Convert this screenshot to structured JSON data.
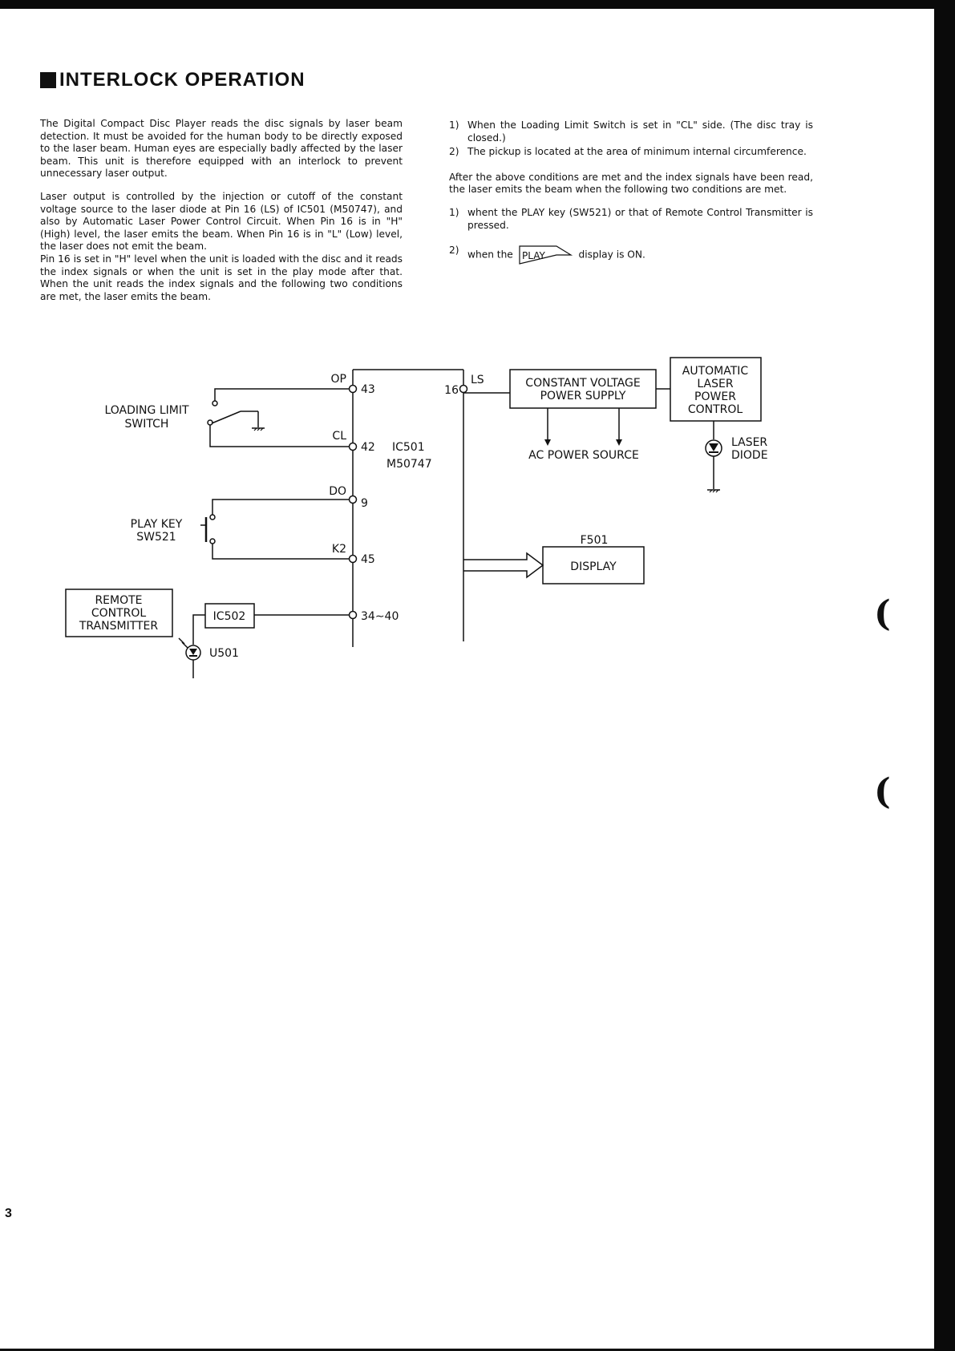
{
  "heading": {
    "title": "INTERLOCK OPERATION"
  },
  "left_column": {
    "p1": "The Digital Compact Disc Player reads the disc signals by laser beam detection. It must be avoided for the human body to be directly exposed to the laser beam. Human eyes are especially badly affected by the laser beam. This unit is therefore equipped with an interlock to prevent unnecessary laser output.",
    "p2": "Laser output is controlled by the injection or cutoff of the constant voltage source to the laser diode at Pin 16 (LS) of IC501 (M50747), and also by Automatic Laser Power Control Circuit. When Pin 16 is in \"H\" (High) level, the laser emits the beam. When Pin 16 is in \"L\" (Low) level, the laser does not emit the beam.",
    "p3": "Pin 16 is set in \"H\" level when the unit is loaded with the disc and it reads the index signals or when the unit is set in the play mode after that. When the unit reads the index signals and the following two conditions are met, the laser emits the beam."
  },
  "right_column": {
    "conditions1": [
      {
        "num": "1)",
        "text": "When the Loading Limit Switch is set in \"CL\" side. (The disc tray is closed.)"
      },
      {
        "num": "2)",
        "text": "The pickup is located at the area of minimum internal circumference."
      }
    ],
    "mid_paragraph": "After the above conditions are met and the index signals have been read, the laser emits the beam when the following two conditions are met.",
    "conditions2_item1": {
      "num": "1)",
      "text": "whent the PLAY key (SW521) or that of Remote Control Transmitter is pressed."
    },
    "conditions2_item2": {
      "num": "2)",
      "pre": "when the",
      "display_label": "PLAY",
      "post": "display is ON."
    }
  },
  "diagram": {
    "pins": {
      "op_label": "OP",
      "op_num": "43",
      "cl_label": "CL",
      "cl_num": "42",
      "do_label": "DO",
      "do_num": "9",
      "k2_label": "K2",
      "k2_num": "45",
      "remote_num": "34∼40",
      "ls_label": "LS",
      "ls_num": "16"
    },
    "ic501": {
      "name": "IC501",
      "part": "M50747"
    },
    "loading_switch": {
      "line1": "LOADING LIMIT",
      "line2": "SWITCH"
    },
    "play_key": {
      "line1": "PLAY KEY",
      "line2": "SW521"
    },
    "remote": {
      "line1": "REMOTE",
      "line2": "CONTROL",
      "line3": "TRANSMITTER"
    },
    "ic502": "IC502",
    "u501": "U501",
    "cv_supply": {
      "line1": "CONSTANT VOLTAGE",
      "line2": "POWER SUPPLY"
    },
    "ac_source": "AC POWER SOURCE",
    "alpc": {
      "line1": "AUTOMATIC",
      "line2": "LASER",
      "line3": "POWER",
      "line4": "CONTROL"
    },
    "laser_diode": {
      "line1": "LASER",
      "line2": "DIODE"
    },
    "f501": "F501",
    "display": "DISPLAY"
  },
  "page_number": "3"
}
